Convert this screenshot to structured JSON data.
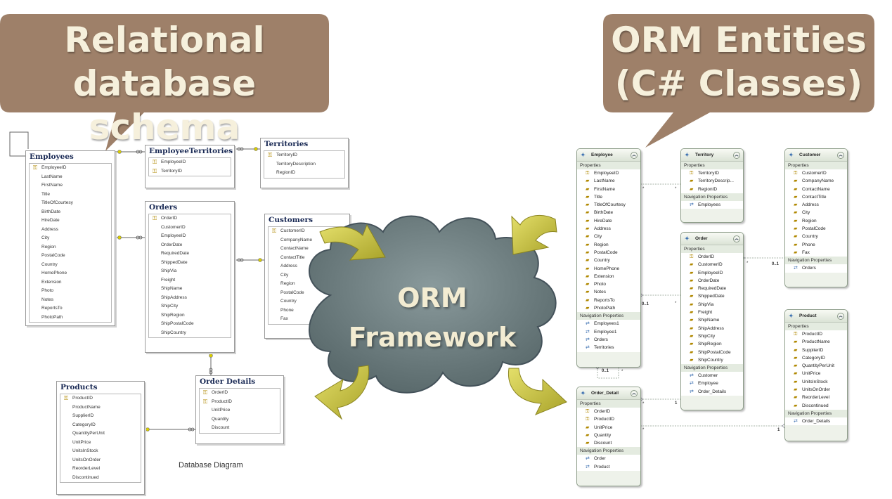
{
  "callouts": {
    "left": {
      "line1": "Relational",
      "line2": "database schema"
    },
    "right": {
      "line1": "ORM Entities",
      "line2": "(C# Classes)"
    }
  },
  "cloud": {
    "line1": "ORM",
    "line2": "Framework"
  },
  "database_diagram": {
    "caption": "Database Diagram",
    "tables": {
      "employees": {
        "title": "Employees",
        "columns": [
          "EmployeeID",
          "LastName",
          "FirstName",
          "Title",
          "TitleOfCourtesy",
          "BirthDate",
          "HireDate",
          "Address",
          "City",
          "Region",
          "PostalCode",
          "Country",
          "HomePhone",
          "Extension",
          "Photo",
          "Notes",
          "ReportsTo",
          "PhotoPath"
        ]
      },
      "employee_territories": {
        "title": "EmployeeTerritories",
        "columns": [
          "EmployeeID",
          "TerritoryID"
        ]
      },
      "territories": {
        "title": "Territories",
        "columns": [
          "TerritoryID",
          "TerritoryDescription",
          "RegionID"
        ]
      },
      "orders": {
        "title": "Orders",
        "columns": [
          "OrderID",
          "CustomerID",
          "EmployeeID",
          "OrderDate",
          "RequiredDate",
          "ShippedDate",
          "ShipVia",
          "Freight",
          "ShipName",
          "ShipAddress",
          "ShipCity",
          "ShipRegion",
          "ShipPostalCode",
          "ShipCountry"
        ]
      },
      "customers": {
        "title": "Customers",
        "columns": [
          "CustomerID",
          "CompanyName",
          "ContactName",
          "ContactTitle",
          "Address",
          "City",
          "Region",
          "PostalCode",
          "Country",
          "Phone",
          "Fax"
        ]
      },
      "order_details": {
        "title": "Order Details",
        "columns": [
          "OrderID",
          "ProductID",
          "UnitPrice",
          "Quantity",
          "Discount"
        ]
      },
      "products": {
        "title": "Products",
        "columns": [
          "ProductID",
          "ProductName",
          "SupplierID",
          "CategoryID",
          "QuantityPerUnit",
          "UnitPrice",
          "UnitsInStock",
          "UnitsOnOrder",
          "ReorderLevel",
          "Discontinued"
        ]
      }
    }
  },
  "orm_entities": {
    "section_properties": "Properties",
    "section_navigation": "Navigation Properties",
    "employee": {
      "title": "Employee",
      "properties": [
        "EmployeeID",
        "LastName",
        "FirstName",
        "Title",
        "TitleOfCourtesy",
        "BirthDate",
        "HireDate",
        "Address",
        "City",
        "Region",
        "PostalCode",
        "Country",
        "HomePhone",
        "Extension",
        "Photo",
        "Notes",
        "ReportsTo",
        "PhotoPath"
      ],
      "navigation": [
        "Employees1",
        "Employee1",
        "Orders",
        "Territories"
      ]
    },
    "territory": {
      "title": "Territory",
      "properties": [
        "TerritoryID",
        "TerritoryDescrip...",
        "RegionID"
      ],
      "navigation": [
        "Employees"
      ]
    },
    "customer": {
      "title": "Customer",
      "properties": [
        "CustomerID",
        "CompanyName",
        "ContactName",
        "ContactTitle",
        "Address",
        "City",
        "Region",
        "PostalCode",
        "Country",
        "Phone",
        "Fax"
      ],
      "navigation": [
        "Orders"
      ]
    },
    "order": {
      "title": "Order",
      "properties": [
        "OrderID",
        "CustomerID",
        "EmployeeID",
        "OrderDate",
        "RequiredDate",
        "ShippedDate",
        "ShipVia",
        "Freight",
        "ShipName",
        "ShipAddress",
        "ShipCity",
        "ShipRegion",
        "ShipPostalCode",
        "ShipCountry"
      ],
      "navigation": [
        "Customer",
        "Employee",
        "Order_Details"
      ]
    },
    "product": {
      "title": "Product",
      "properties": [
        "ProductID",
        "ProductName",
        "SupplierID",
        "CategoryID",
        "QuantityPerUnit",
        "UnitPrice",
        "UnitsInStock",
        "UnitsOnOrder",
        "ReorderLevel",
        "Discontinued"
      ],
      "navigation": [
        "Order_Details"
      ]
    },
    "order_detail": {
      "title": "Order_Detail",
      "properties": [
        "OrderID",
        "ProductID",
        "UnitPrice",
        "Quantity",
        "Discount"
      ],
      "navigation": [
        "Order",
        "Product"
      ]
    },
    "multiplicity": {
      "star": "*",
      "zero_one": "0..1",
      "one": "1"
    }
  },
  "colors": {
    "callout": "#9e8069",
    "callout_text": "#f6f0dc",
    "cloud": "#6e7f81",
    "arrow": "#c7c13a"
  }
}
